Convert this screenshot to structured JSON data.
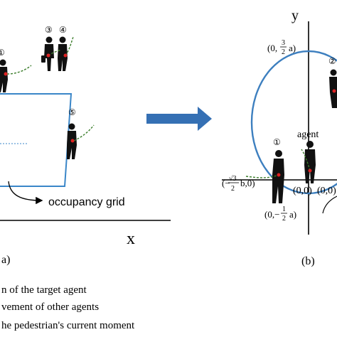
{
  "colors": {
    "axis": "#000000",
    "grid_rect": "#3a86c8",
    "ellipse": "#3d7fbf",
    "arrow_fill": "#3570b4",
    "trajectory": "#3a7d2a",
    "silhouette": "#111111"
  },
  "panel_a": {
    "axis_x_label": "x",
    "grid_label": "occupancy grid",
    "caption": "a)",
    "pedestrian_labels": [
      "③",
      "④",
      "⑤",
      "①"
    ]
  },
  "panel_b": {
    "axis_y_label": "y",
    "point_top": "(0,",
    "point_top_frac_num": "3",
    "point_top_frac_den": "2",
    "point_top_tail": "a)",
    "agent_label": "agent",
    "origin_label": "(0,0)",
    "origin_label_right": "(0,0)",
    "point_bottom": "(0,−",
    "point_bottom_frac_num": "1",
    "point_bottom_frac_den": "2",
    "point_bottom_tail": "a)",
    "point_left": "(−",
    "point_left_sqrt": "√3",
    "point_left_den": "2",
    "point_left_tail": "b,0)",
    "ped_1": "①",
    "ped_2": "②",
    "caption": "(b)"
  },
  "legend": [
    "n of the target agent",
    "vement of other agents",
    "he pedestrian's current moment"
  ]
}
